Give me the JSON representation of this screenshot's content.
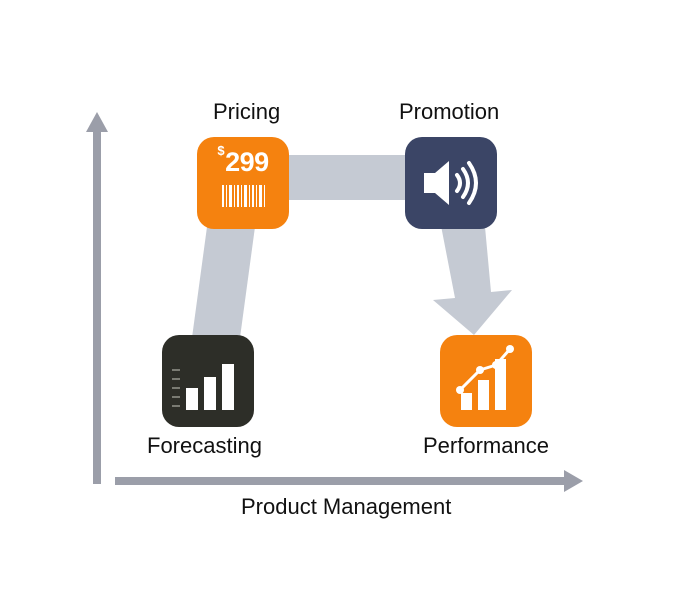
{
  "diagram": {
    "x_axis_label": "Product Management",
    "nodes": [
      {
        "id": "pricing",
        "label": "Pricing",
        "icon": "price-tag-barcode-icon",
        "color": "#f5820f",
        "price": {
          "currency": "$",
          "amount": "299"
        }
      },
      {
        "id": "promotion",
        "label": "Promotion",
        "icon": "speaker-icon",
        "color": "#3b4566"
      },
      {
        "id": "forecasting",
        "label": "Forecasting",
        "icon": "bar-chart-icon",
        "color": "#2d2e28"
      },
      {
        "id": "performance",
        "label": "Performance",
        "icon": "growth-chart-icon",
        "color": "#f5820f"
      }
    ],
    "flow": [
      "forecasting",
      "pricing",
      "promotion",
      "performance"
    ],
    "colors": {
      "axis": "#9b9ea9",
      "path": "#c5cad3"
    }
  }
}
